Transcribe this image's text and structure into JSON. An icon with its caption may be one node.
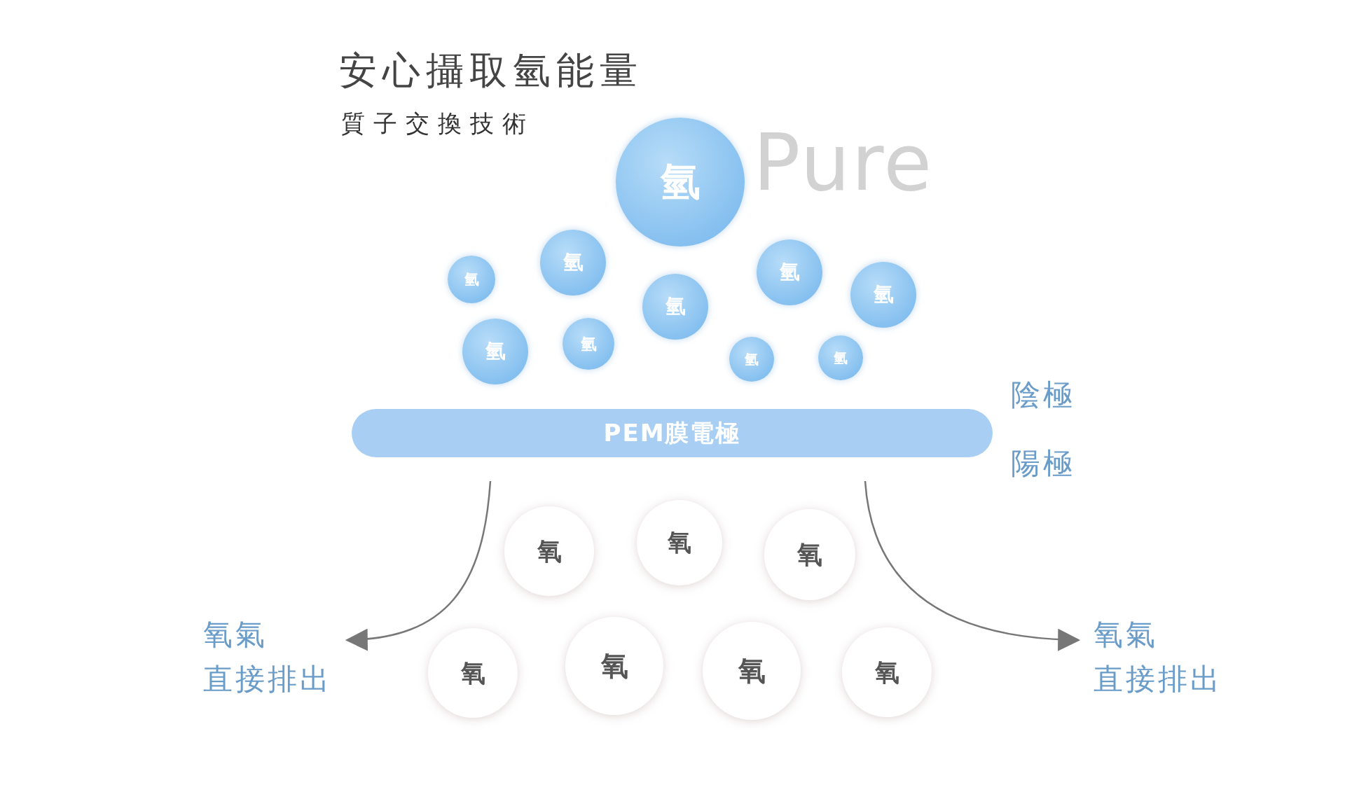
{
  "diagram": {
    "title": "安心攝取氫能量",
    "nodes": [
      {
        "text": [
          "氫"
        ]
      },
      {
        "text": [
          "氫"
        ]
      },
      {
        "text": [
          "氫"
        ]
      },
      {
        "text": [
          "氫"
        ]
      },
      {
        "text": [
          "氫"
        ]
      },
      {
        "text": [
          "氫"
        ]
      },
      {
        "text": [
          "氫"
        ]
      },
      {
        "text": [
          "氫"
        ]
      },
      {
        "text": [
          "氫"
        ]
      },
      {
        "text": [
          "氫"
        ]
      },
      {
        "text": [
          "PEM膜電極"
        ]
      },
      {
        "text": [
          "氧"
        ]
      },
      {
        "text": [
          "氧"
        ]
      },
      {
        "text": [
          "氧"
        ]
      },
      {
        "text": [
          "氧氣",
          "直接排出"
        ]
      },
      {
        "text": [
          "氧"
        ]
      },
      {
        "text": [
          "氧"
        ]
      },
      {
        "text": [
          "氧"
        ]
      },
      {
        "text": [
          "氧"
        ]
      },
      {
        "text": [
          "氧氣",
          "直接排出"
        ]
      }
    ],
    "edges": [
      {
        "from": null,
        "to": 14,
        "arrow": "to"
      },
      {
        "from": null,
        "to": 19,
        "arrow": "to"
      }
    ],
    "labels": [
      "質子交換技術",
      "Pure",
      "陰極",
      "陽極"
    ]
  }
}
